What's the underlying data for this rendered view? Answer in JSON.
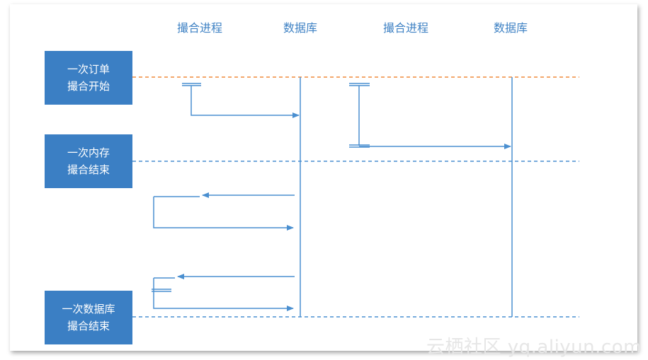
{
  "headers": [
    "撮合进程",
    "数据库",
    "撮合进程",
    "数据库"
  ],
  "phases": [
    {
      "line1": "一次订单",
      "line2": "撮合开始"
    },
    {
      "line1": "一次内存",
      "line2": "撮合结束"
    },
    {
      "line1": "一次数据库",
      "line2": "撮合结束"
    }
  ],
  "watermark": "云栖社区 yq.aliyun.com",
  "colors": {
    "accent": "#3b7fc4",
    "line": "#4a8fd0",
    "orange_dash": "#f08a3c",
    "blue_dash": "#4a8fd0"
  }
}
